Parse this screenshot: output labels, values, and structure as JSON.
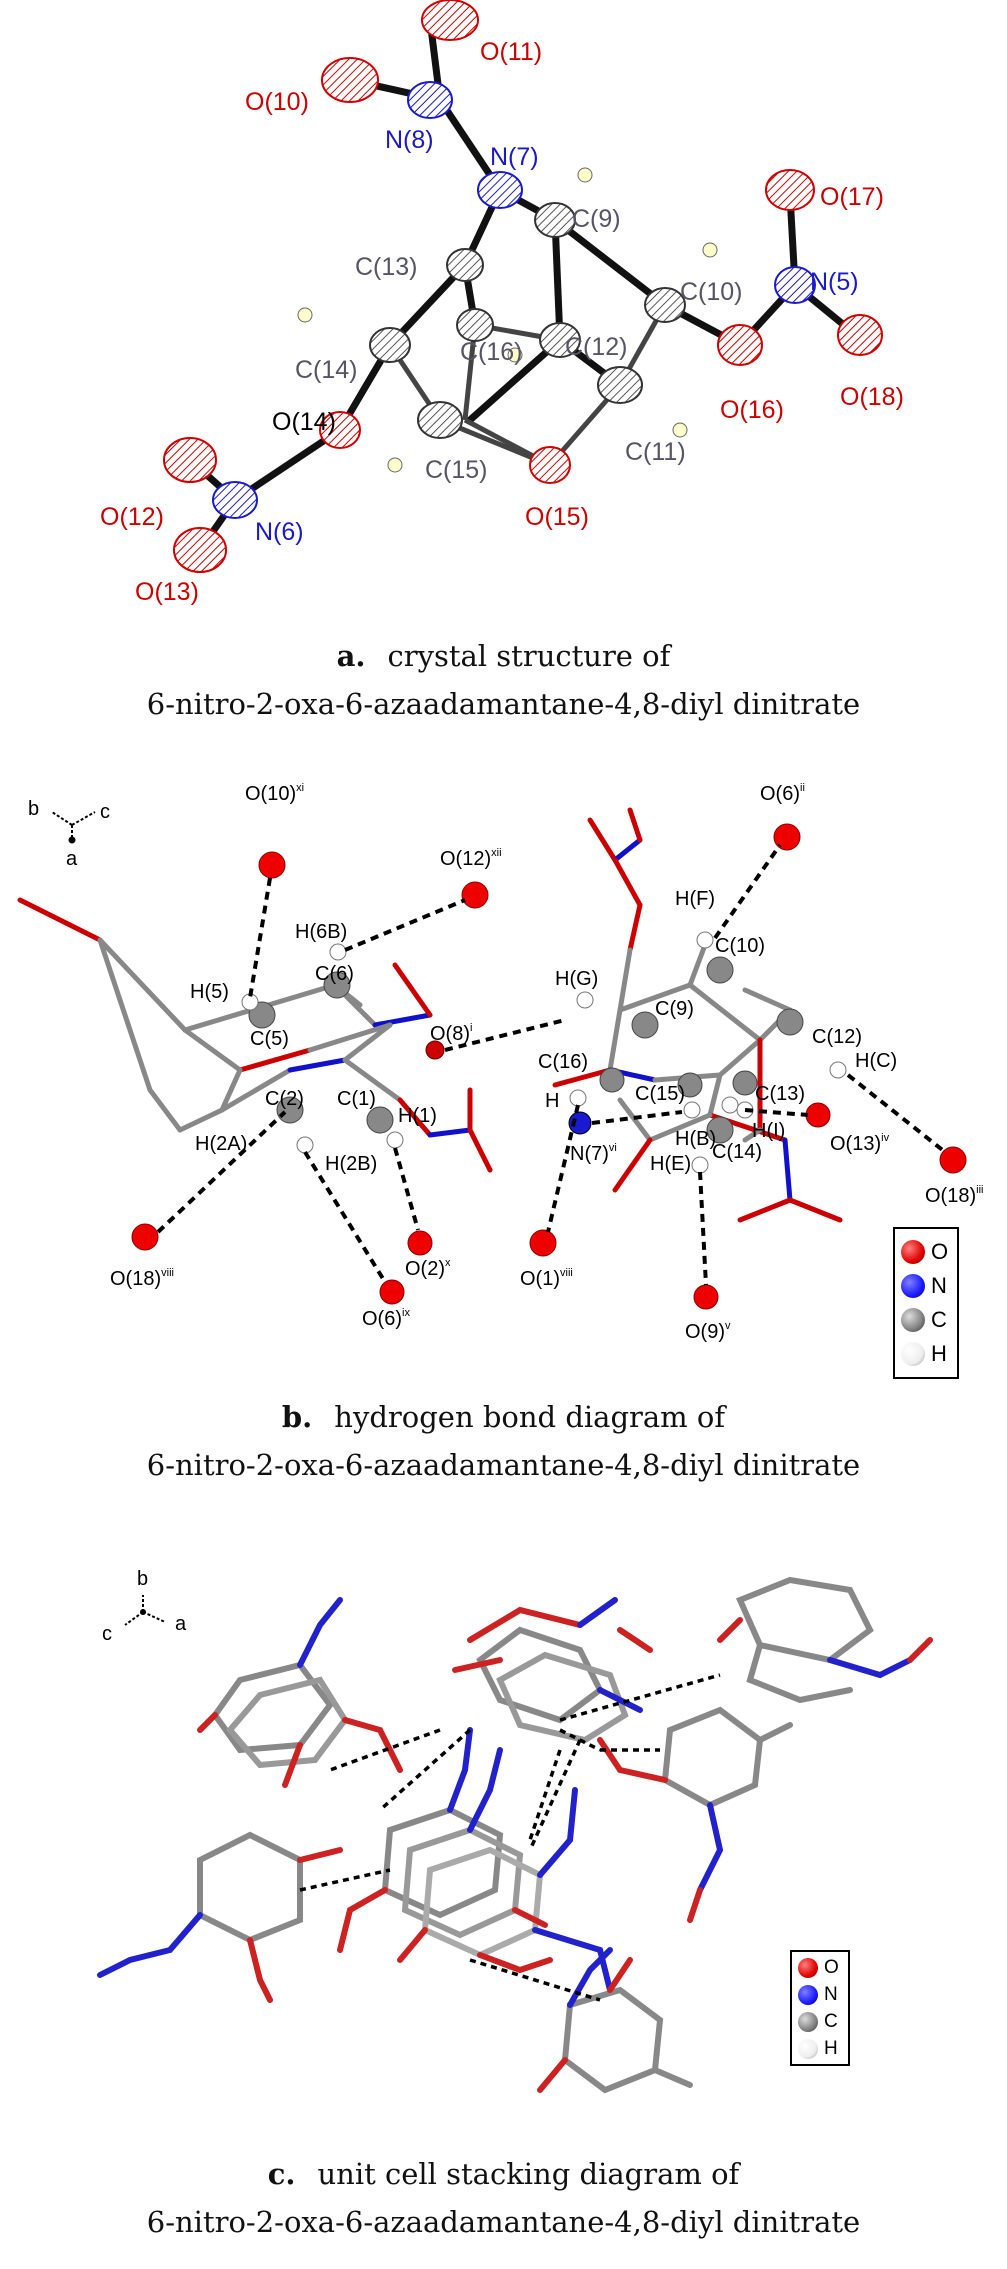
{
  "panel_a": {
    "caption_letter": "a.",
    "caption_line1": "crystal structure of",
    "caption_line2": "6-nitro-2-oxa-6-azaadamantane-4,8-diyl dinitrate",
    "labels": {
      "O11": "O(11)",
      "O10": "O(10)",
      "N8": "N(8)",
      "N7": "N(7)",
      "C9": "C(9)",
      "C13": "C(13)",
      "C10": "C(10)",
      "O17": "O(17)",
      "N5": "N(5)",
      "C14": "C(14)",
      "C16": "C(16)",
      "C12": "C(12)",
      "O14": "O(14)",
      "C15": "C(15)",
      "C11": "C(11)",
      "O16": "O(16)",
      "O18": "O(18)",
      "O12": "O(12)",
      "N6": "N(6)",
      "O13": "O(13)",
      "O15": "O(15)"
    }
  },
  "panel_b": {
    "caption_letter": "b.",
    "caption_line1": "hydrogen bond diagram of",
    "caption_line2": "6-nitro-2-oxa-6-azaadamantane-4,8-diyl dinitrate",
    "axes": {
      "b": "b",
      "c": "c",
      "a": "a"
    },
    "labels": {
      "O10": "O(10)",
      "O10_sup": "xi",
      "H6B": "H(6B)",
      "O12": "O(12)",
      "O12_sup": "xii",
      "H5": "H(5)",
      "C6": "C(6)",
      "C5": "C(5)",
      "O8": "O(8)",
      "O8_sup": "i",
      "C2": "C(2)",
      "C1": "C(1)",
      "H1": "H(1)",
      "H2A": "H(2A)",
      "H2B": "H(2B)",
      "O18": "O(18)",
      "O18_sup": "viii",
      "O2": "O(2)",
      "O2_sup": "x",
      "O6": "O(6)",
      "O6_sup": "ix",
      "O6ii": "O(6)",
      "O6ii_sup": "ii",
      "HF": "H(F)",
      "C10": "C(10)",
      "HG": "H(G)",
      "C9": "C(9)",
      "C12": "C(12)",
      "HC": "H(C)",
      "C16": "C(16)",
      "H": "H",
      "C15": "C(15)",
      "C13": "C(13)",
      "O13": "O(13)",
      "O13_sup": "iv",
      "HB": "H(B)",
      "HI": "H(I)",
      "HE": "H(E)",
      "C14": "C(14)",
      "N7": "N(7)",
      "N7_sup": "vi",
      "O1": "O(1)",
      "O1_sup": "viii",
      "O9": "O(9)",
      "O9_sup": "v",
      "O18iii": "O(18)",
      "O18iii_sup": "iii"
    },
    "legend": [
      {
        "label": "O",
        "color": "#e00000"
      },
      {
        "label": "N",
        "color": "#1a1aff"
      },
      {
        "label": "C",
        "color": "#808080"
      },
      {
        "label": "H",
        "color": "#ffffff"
      }
    ]
  },
  "panel_c": {
    "caption_letter": "c.",
    "caption_line1": "unit cell stacking diagram of",
    "caption_line2": "6-nitro-2-oxa-6-azaadamantane-4,8-diyl dinitrate",
    "axes": {
      "b": "b",
      "c": "c",
      "a": "a"
    },
    "legend": [
      {
        "label": "O",
        "color": "#e00000"
      },
      {
        "label": "N",
        "color": "#1a1aff"
      },
      {
        "label": "C",
        "color": "#808080"
      },
      {
        "label": "H",
        "color": "#ffffff"
      }
    ]
  }
}
